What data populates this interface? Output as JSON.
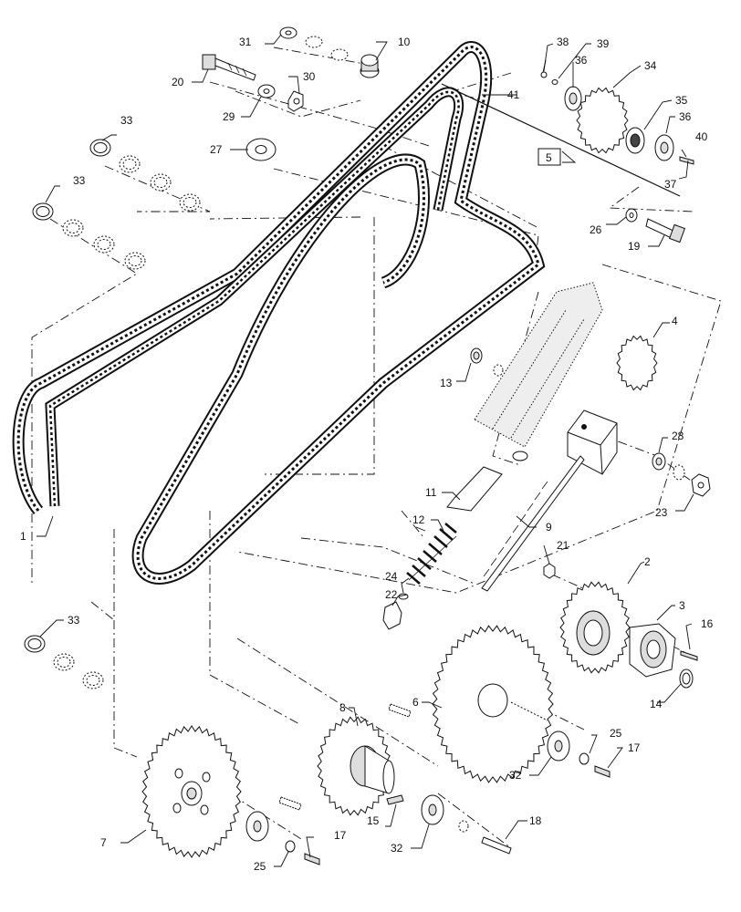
{
  "diagram": {
    "labels": {
      "p1": "1",
      "p2": "2",
      "p3": "3",
      "p4": "4",
      "p5": "5",
      "p6": "6",
      "p7": "7",
      "p8": "8",
      "p9": "9",
      "p10": "10",
      "p11": "11",
      "p12": "12",
      "p13": "13",
      "p14": "14",
      "p15": "15",
      "p16": "16",
      "p17a": "17",
      "p17b": "17",
      "p18": "18",
      "p19": "19",
      "p20": "20",
      "p21": "21",
      "p22": "22",
      "p23": "23",
      "p24": "24",
      "p25a": "25",
      "p25b": "25",
      "p26": "26",
      "p27": "27",
      "p28": "28",
      "p29": "29",
      "p30": "30",
      "p31": "31",
      "p32a": "32",
      "p32b": "32",
      "p33a": "33",
      "p33b": "33",
      "p33c": "33",
      "p34": "34",
      "p35": "35",
      "p36a": "36",
      "p36b": "36",
      "p37": "37",
      "p38": "38",
      "p39": "39",
      "p40": "40",
      "p41": "41"
    },
    "colors": {
      "line": "#111111",
      "fill": "#ffffff",
      "shade": "#dddddd"
    }
  }
}
